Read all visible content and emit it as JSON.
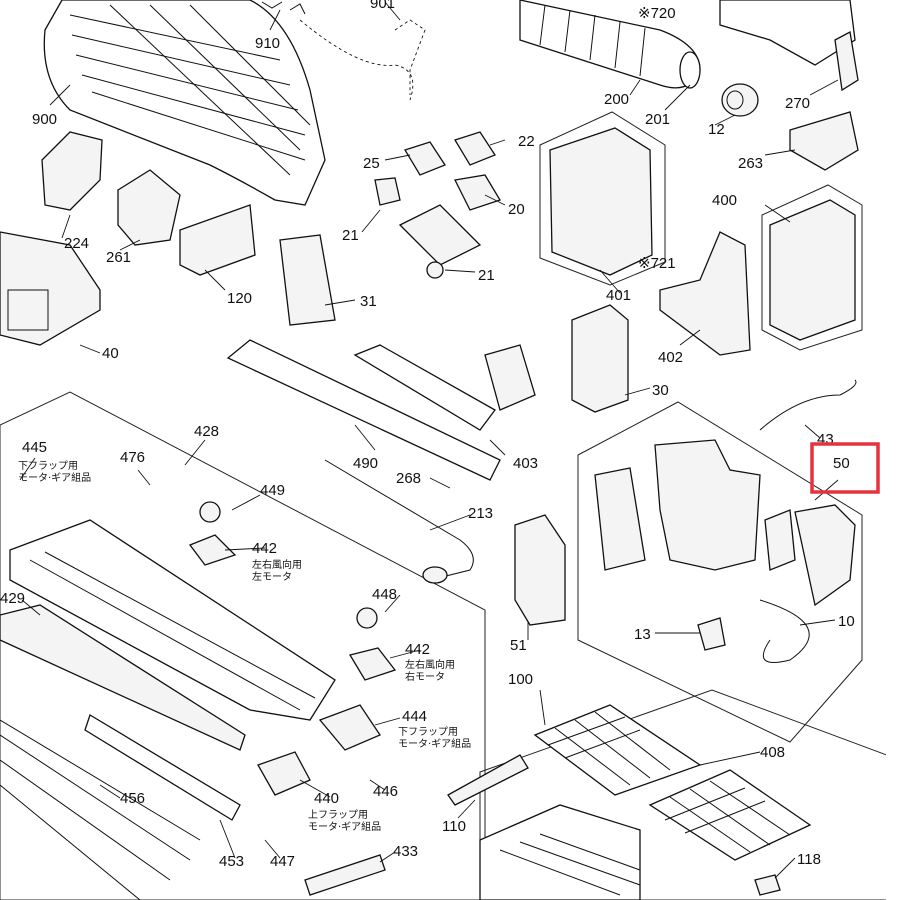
{
  "parts": {
    "p910": "910",
    "p901": "901",
    "p720": "※720",
    "p900": "900",
    "p200": "200",
    "p201": "201",
    "p12": "12",
    "p270": "270",
    "p22": "22",
    "p25": "25",
    "p263": "263",
    "p20": "20",
    "p21a": "21",
    "p224": "224",
    "p261": "261",
    "p120": "120",
    "p21b": "21",
    "p31": "31",
    "p401": "401",
    "p721": "※721",
    "p400": "400",
    "p40": "40",
    "p402": "402",
    "p30": "30",
    "p428": "428",
    "p445": "445",
    "p476": "476",
    "p449": "449",
    "p490": "490",
    "p403": "403",
    "p43": "43",
    "p50": "50",
    "p268": "268",
    "p213": "213",
    "p442a": "442",
    "p429": "429",
    "p448": "448",
    "p442b": "442",
    "p51": "51",
    "p13": "13",
    "p10": "10",
    "p100": "100",
    "p444": "444",
    "p408": "408",
    "p456": "456",
    "p440": "440",
    "p446": "446",
    "p110": "110",
    "p453": "453",
    "p447": "447",
    "p433": "433",
    "p118": "118"
  },
  "notes": {
    "n445_l1": "下フラップ用",
    "n445_l2": "モータ·ギア組品",
    "n442a_l1": "左右風向用",
    "n442a_l2": "左モータ",
    "n442b_l1": "左右風向用",
    "n442b_l2": "右モータ",
    "n444_l1": "下フラップ用",
    "n444_l2": "モータ·ギア組品",
    "n440_l1": "上フラップ用",
    "n440_l2": "モータ·ギア組品"
  },
  "highlight": {
    "color": "#e5323c",
    "target": "50"
  }
}
